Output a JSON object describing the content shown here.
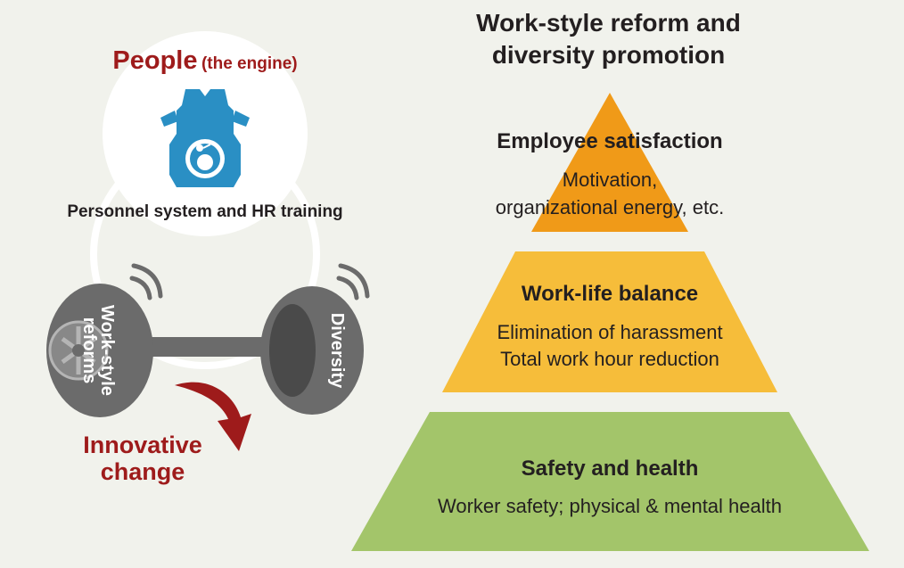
{
  "title": {
    "line1": "Work-style reform and",
    "line2": "diversity promotion"
  },
  "people": {
    "main": "People",
    "sub": "(the engine)",
    "caption": "Personnel system and HR training"
  },
  "wheels": {
    "left_line1": "Work-style",
    "left_line2": "reforms",
    "right": "Diversity"
  },
  "innovation": {
    "line1": "Innovative",
    "line2": "change"
  },
  "pyramid": {
    "top": {
      "heading": "Employee satisfaction",
      "line1": "Motivation,",
      "line2": "organizational energy, etc."
    },
    "middle": {
      "heading": "Work-life balance",
      "line1": "Elimination of harassment",
      "line2": "Total work hour reduction"
    },
    "bottom": {
      "heading": "Safety and health",
      "line1": "Worker safety; physical & mental health"
    }
  },
  "colors": {
    "background": "#f1f2ec",
    "accent_red": "#9e1b1b",
    "engine_blue": "#2a8fc4",
    "wheel_gray": "#6b6b6b",
    "tier_top": "#f09a18",
    "tier_middle": "#f6bd3a",
    "tier_bottom": "#a3c56a"
  },
  "icons": [
    "engine-icon",
    "tire-icon",
    "signal-waves-icon",
    "curved-arrow-icon"
  ]
}
